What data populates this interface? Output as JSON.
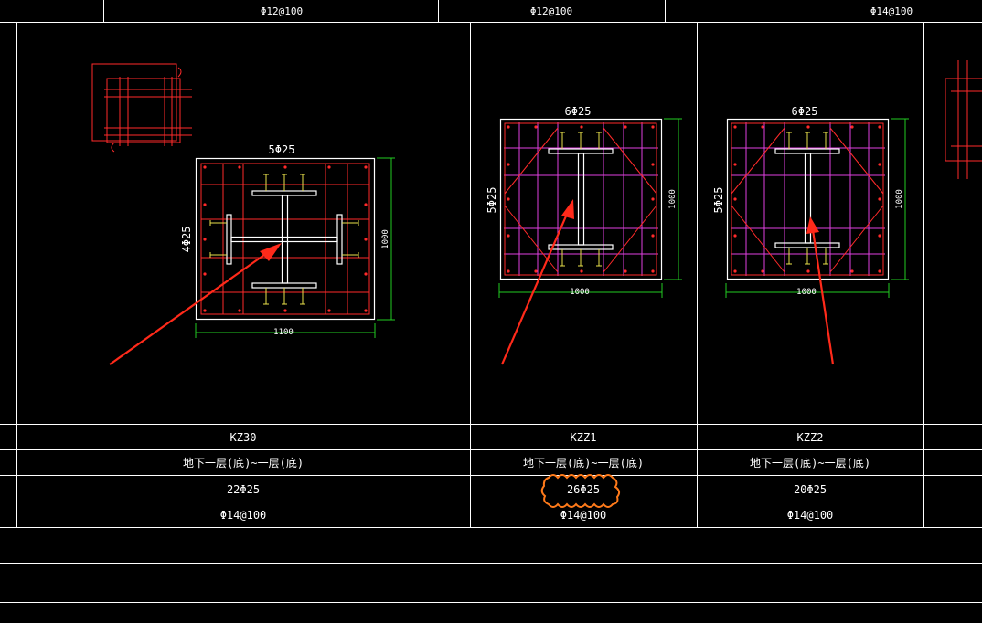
{
  "colors": {
    "background": "#000000",
    "grid": "#ffffff",
    "rebar": "#ff2a2a",
    "tie": "#e040e0",
    "dimension": "#22cc22",
    "stud": "#e8e04a",
    "arrow": "#ff2a1a",
    "revision_cloud": "#ff7a1a"
  },
  "header_row": {
    "cells": [
      "Φ12@100",
      "Φ12@100",
      "Φ14@100"
    ]
  },
  "columns": [
    {
      "id": "KZ30",
      "label_top_rebar": "5Φ25",
      "label_side_rebar": "4Φ25",
      "dim_width": "1100",
      "dim_height": "1000",
      "name": "KZ30",
      "floors": "地下一层(底)~一层(底)",
      "main_rebar": "22Φ25",
      "stirrup": "Φ14@100"
    },
    {
      "id": "KZZ1",
      "label_top_rebar": "6Φ25",
      "label_side_rebar": "5Φ25",
      "dim_width": "1000",
      "dim_height": "1000",
      "name": "KZZ1",
      "floors": "地下一层(底)~一层(底)",
      "main_rebar": "26Φ25",
      "stirrup": "Φ14@100"
    },
    {
      "id": "KZZ2",
      "label_top_rebar": "6Φ25",
      "label_side_rebar": "5Φ25",
      "dim_width": "1000",
      "dim_height": "1000",
      "name": "KZZ2",
      "floors": "地下一层(底)~一层(底)",
      "main_rebar": "20Φ25",
      "stirrup": "Φ14@100"
    }
  ]
}
